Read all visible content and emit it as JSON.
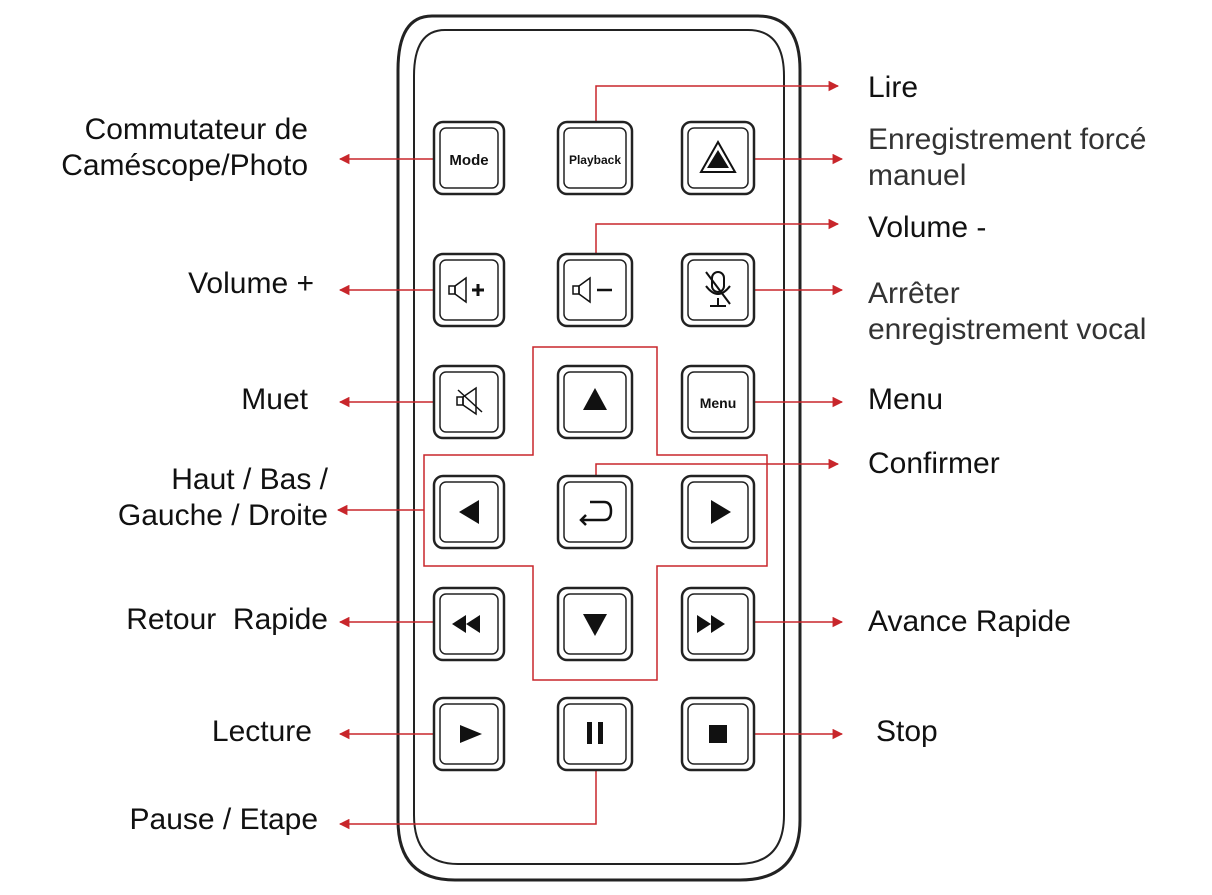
{
  "colors": {
    "line": "#c8262b",
    "remote_outline": "#222222",
    "button_fill": "#ffffff",
    "text": "#111111"
  },
  "buttons": {
    "mode": {
      "text": "Mode",
      "icon": "mode-text"
    },
    "playback": {
      "text": "Playback",
      "icon": "playback-text"
    },
    "manual_record": {
      "icon": "triangle-up-outlined-icon"
    },
    "volume_up": {
      "icon": "speaker-plus-icon"
    },
    "volume_down": {
      "icon": "speaker-minus-icon"
    },
    "mic_off": {
      "icon": "microphone-off-icon"
    },
    "mute": {
      "icon": "speaker-muted-icon"
    },
    "up": {
      "icon": "triangle-up-icon"
    },
    "menu": {
      "text": "Menu",
      "icon": "menu-text"
    },
    "left": {
      "icon": "triangle-left-icon"
    },
    "confirm": {
      "icon": "enter-return-icon"
    },
    "right": {
      "icon": "triangle-right-icon"
    },
    "rewind": {
      "icon": "rewind-icon"
    },
    "down": {
      "icon": "triangle-down-icon"
    },
    "fast_forward": {
      "icon": "fast-forward-icon"
    },
    "play": {
      "icon": "play-icon"
    },
    "pause": {
      "icon": "pause-icon"
    },
    "stop": {
      "icon": "stop-square-icon"
    }
  },
  "labels": {
    "lire": "Lire",
    "switch_line1": "Commutateur de",
    "switch_line2": "Caméscope/Photo",
    "forced_line1": "Enregistrement forcé",
    "forced_line2": "manuel",
    "volume_minus": "Volume -",
    "volume_plus": "Volume +",
    "stop_voice_line1": "Arrêter",
    "stop_voice_line2": "enregistrement vocal",
    "mute": "Muet",
    "menu": "Menu",
    "confirm": "Confirmer",
    "dpad_line1": "Haut / Bas /",
    "dpad_line2": "Gauche / Droite",
    "rewind": "Retour  Rapide",
    "fast_forward": "Avance Rapide",
    "play": "Lecture",
    "stop": "Stop",
    "pause": "Pause / Etape"
  }
}
